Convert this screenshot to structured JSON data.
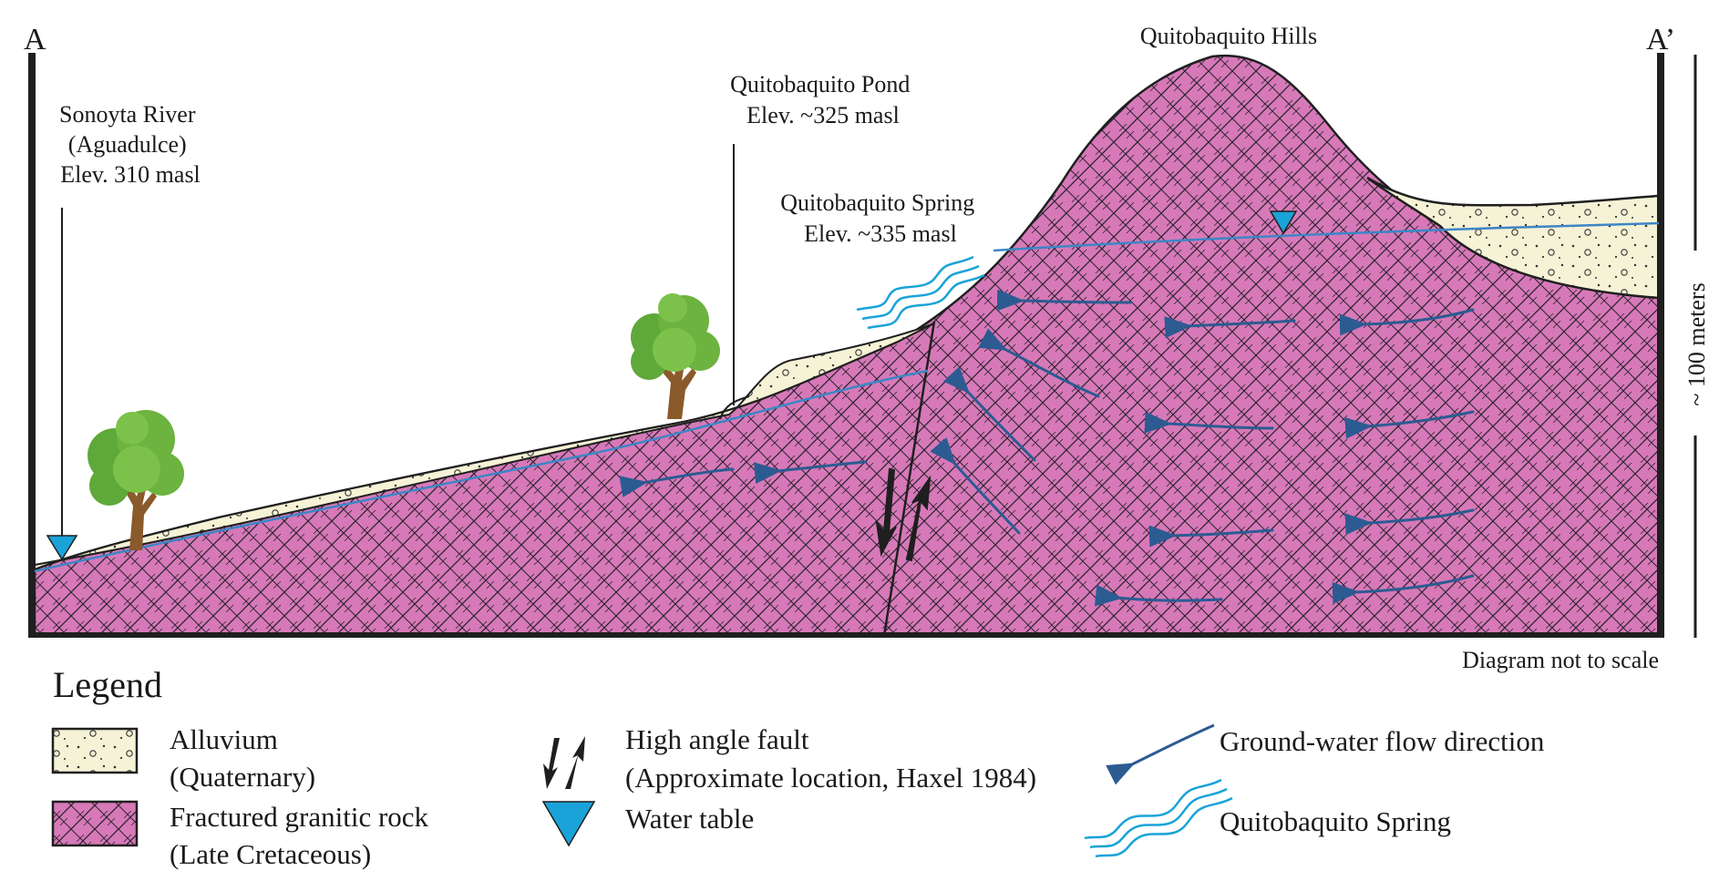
{
  "section": {
    "start_label": "A",
    "end_label": "A’"
  },
  "labels": {
    "hills": "Quitobaquito Hills",
    "river": [
      "Sonoyta River",
      "(Aguadulce)",
      "Elev. 310 masl"
    ],
    "pond": [
      "Quitobaquito Pond",
      "Elev. ~325 masl"
    ],
    "spring": [
      "Quitobaquito Spring",
      "Elev. ~335 masl"
    ],
    "scale_bar": "~ 100 meters",
    "note": "Diagram not to scale"
  },
  "legend": {
    "title": "Legend",
    "alluvium": [
      "Alluvium",
      "(Quaternary)"
    ],
    "granite": [
      "Fractured granitic rock",
      "(Late Cretaceous)"
    ],
    "fault": [
      "High angle fault",
      "(Approximate location, Haxel 1984)"
    ],
    "water_table": "Water table",
    "flow": "Ground-water flow direction",
    "spring": "Quitobaquito Spring"
  },
  "colors": {
    "granite": "#d779b8",
    "alluvium": "#f6f2d6",
    "water": "#3d86c6",
    "water_table_marker": "#1aa3d9",
    "flow_arrow": "#2c5b92",
    "tree_foliage": "#6cb33f",
    "tree_trunk": "#8a5a2b"
  }
}
